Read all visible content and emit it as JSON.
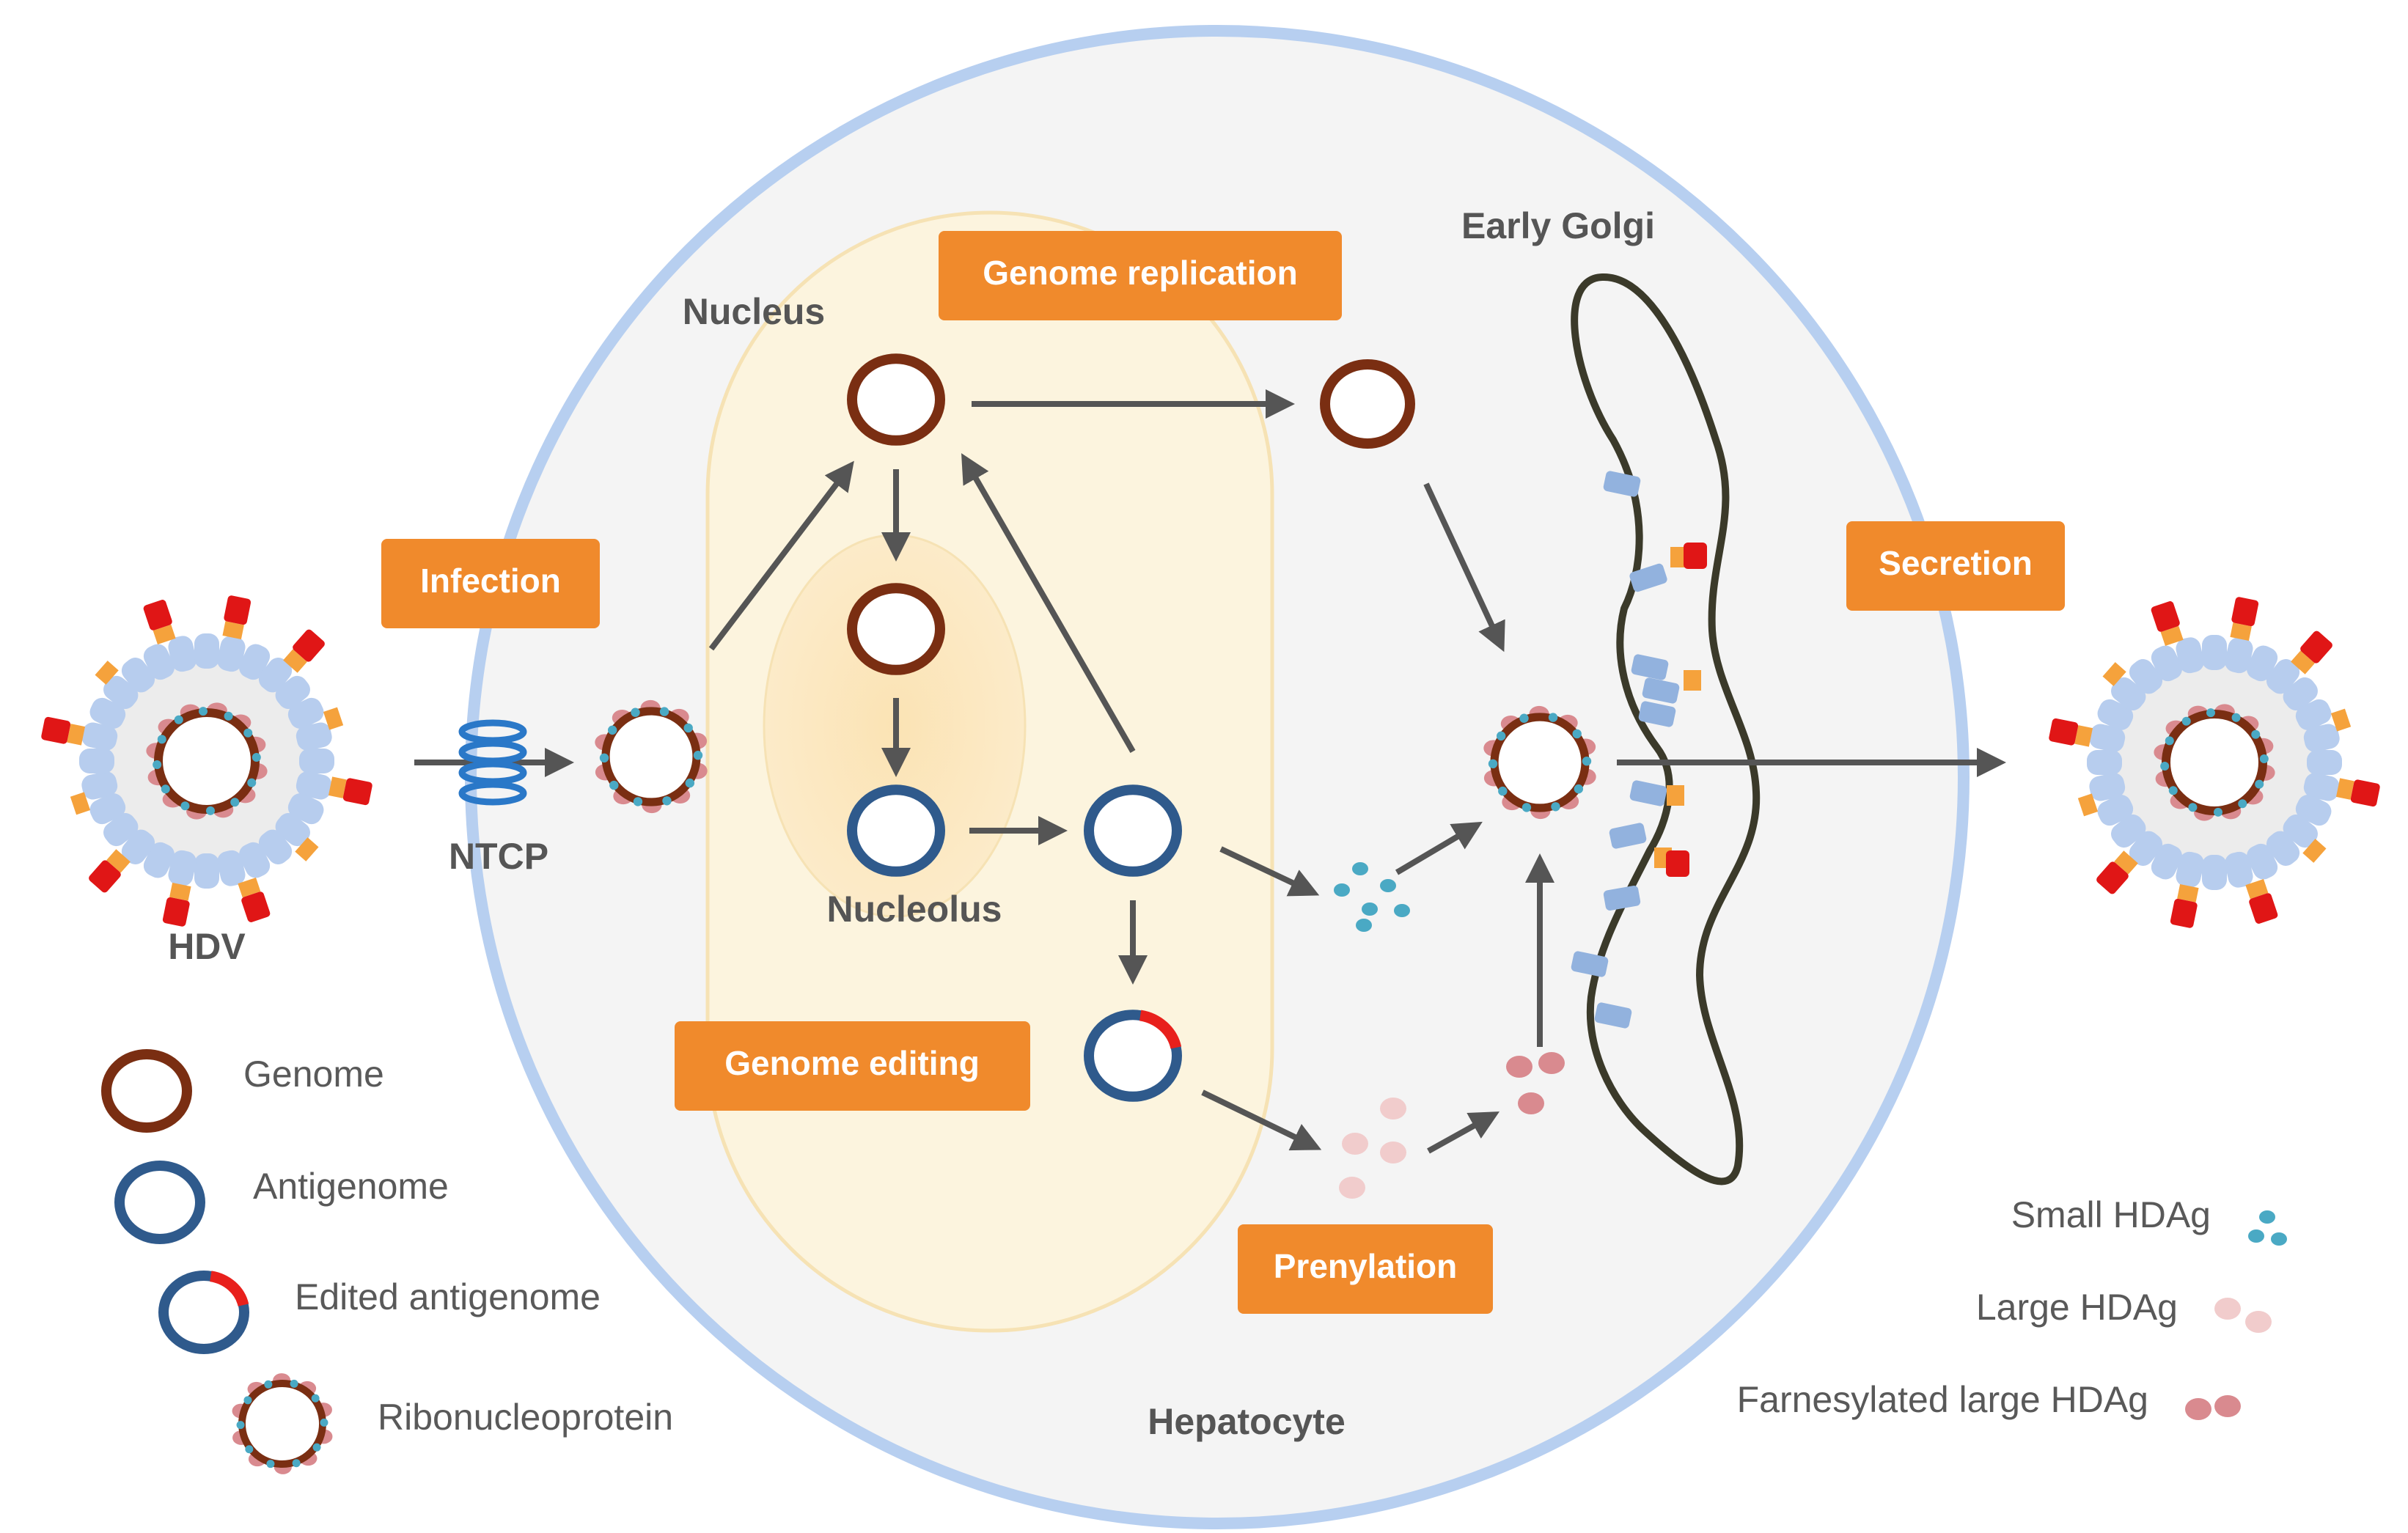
{
  "labels": {
    "nucleus": "Nucleus",
    "nucleolus": "Nucleolus",
    "early_golgi": "Early Golgi",
    "hepatocyte": "Hepatocyte",
    "hdv": "HDV",
    "ntcp": "NTCP"
  },
  "steps": {
    "infection": "Infection",
    "genome_replication": "Genome replication",
    "genome_editing": "Genome editing",
    "prenylation": "Prenylation",
    "secretion": "Secretion"
  },
  "legend_left": {
    "genome": "Genome",
    "antigenome": "Antigenome",
    "edited_antigenome": "Edited antigenome",
    "ribonucleoprotein": "Ribonucleoprotein"
  },
  "legend_right": {
    "small_hdag": "Small HDAg",
    "large_hdag": "Large HDAg",
    "farnesylated_large_hdag": "Farnesylated large HDAg"
  },
  "colors": {
    "step_box": "#f08a2c",
    "genome": "#7a2e12",
    "antigenome": "#2f5a8c",
    "edit_mark": "#e8201c",
    "small_hdag": "#4aa9c4",
    "large_hdag": "#f1cccc",
    "farnesylated_hdag": "#d98a8f",
    "arrow": "#555555",
    "cell_outline": "#b7cff0",
    "golgi": "#3b3a2a"
  }
}
